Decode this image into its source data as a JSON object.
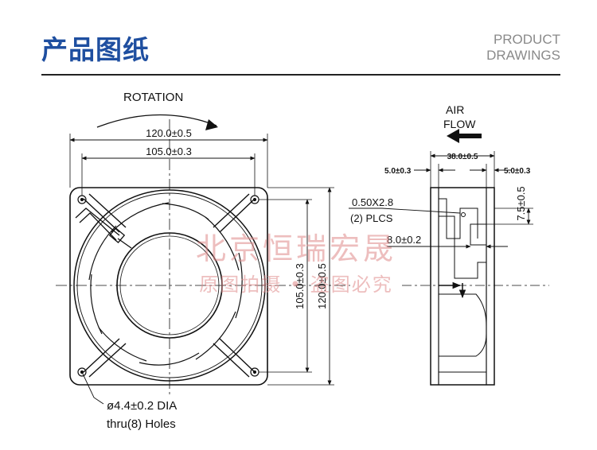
{
  "header": {
    "title_cn": "产品图纸",
    "title_en_line1": "PRODUCT",
    "title_en_line2": "DRAWINGS"
  },
  "front_view": {
    "rotation_label": "ROTATION",
    "dim_outer_width": "120.0±0.5",
    "dim_hole_width": "105.0±0.3",
    "dim_hole_height": "105.0±0.3",
    "dim_outer_height": "120.0±0.5",
    "hole_note_line1": "ø4.4±0.2 DIA",
    "hole_note_line2": "thru(8) Holes"
  },
  "side_view": {
    "airflow_line1": "AIR",
    "airflow_line2": "FLOW",
    "dim_depth": "38.0±0.5",
    "dim_left_offset": "5.0±0.3",
    "dim_right_offset": "5.0±0.3",
    "dim_terminal_height": "7.5±0.5",
    "terminal_line1": "0.50X2.8",
    "terminal_line2": "(2) PLCS",
    "dim_terminal_len": "8.0±0.2"
  },
  "watermark": {
    "line1": "北京恒瑞宏晟",
    "line2": "原图拍摄 • 盗图必究"
  }
}
